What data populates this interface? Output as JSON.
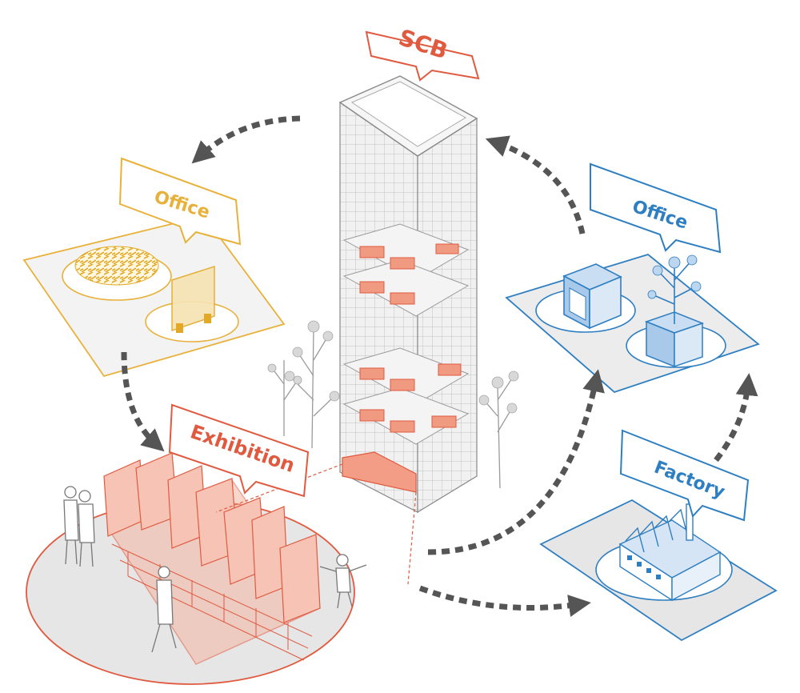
{
  "colors": {
    "scb": "#e05a40",
    "office_left": "#e8b13a",
    "office_right": "#2e7fc2",
    "exhibition": "#e05a40",
    "factory": "#2e7fc2",
    "arrow": "#555555",
    "building_line": "#8a8a8a",
    "tree": "#9a9a9a"
  },
  "labels": {
    "scb": "SCB",
    "office_left": "Office",
    "office_right": "Office",
    "exhibition": "Exhibition",
    "factory": "Factory"
  },
  "icons": {
    "left_office_items": [
      "shredded-paper-icon",
      "desk-partition-icon"
    ],
    "right_office_items": [
      "cube-cabinet-icon",
      "potted-tree-icon"
    ],
    "factory_item": "factory-building-icon",
    "exhibition_item": "modular-wall-installation-icon"
  }
}
